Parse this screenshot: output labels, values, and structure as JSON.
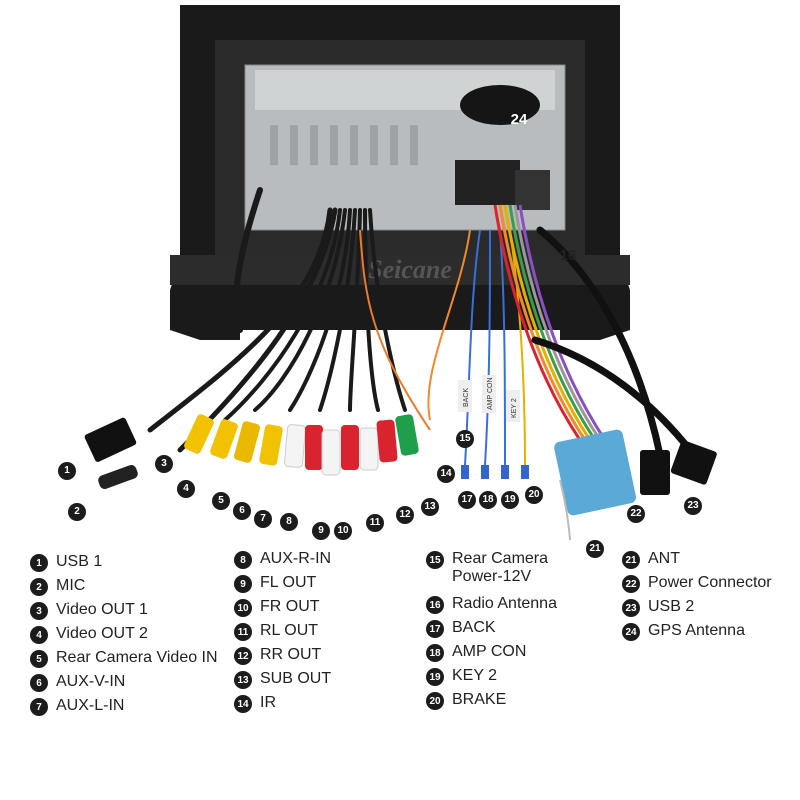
{
  "watermark": "Seicane",
  "photo_tags": [
    "BACK",
    "AMP CON",
    "KEY 2"
  ],
  "markers": [
    {
      "num": "1"
    },
    {
      "num": "2"
    },
    {
      "num": "3"
    },
    {
      "num": "4"
    },
    {
      "num": "5"
    },
    {
      "num": "6"
    },
    {
      "num": "7"
    },
    {
      "num": "8"
    },
    {
      "num": "9"
    },
    {
      "num": "10"
    },
    {
      "num": "11"
    },
    {
      "num": "12"
    },
    {
      "num": "13"
    },
    {
      "num": "14"
    },
    {
      "num": "15"
    },
    {
      "num": "16"
    },
    {
      "num": "17"
    },
    {
      "num": "18"
    },
    {
      "num": "19"
    },
    {
      "num": "20"
    },
    {
      "num": "21"
    },
    {
      "num": "22"
    },
    {
      "num": "23"
    },
    {
      "num": "24"
    }
  ],
  "legend": {
    "col1": [
      {
        "num": "1",
        "label": "USB 1"
      },
      {
        "num": "2",
        "label": "MIC"
      },
      {
        "num": "3",
        "label": "Video OUT 1"
      },
      {
        "num": "4",
        "label": "Video OUT 2"
      },
      {
        "num": "5",
        "label": "Rear Camera Video IN"
      },
      {
        "num": "6",
        "label": "AUX-V-IN"
      },
      {
        "num": "7",
        "label": "AUX-L-IN"
      }
    ],
    "col2": [
      {
        "num": "8",
        "label": "AUX-R-IN"
      },
      {
        "num": "9",
        "label": "FL OUT"
      },
      {
        "num": "10",
        "label": "FR OUT"
      },
      {
        "num": "11",
        "label": "RL OUT"
      },
      {
        "num": "12",
        "label": "RR OUT"
      },
      {
        "num": "13",
        "label": "SUB OUT"
      },
      {
        "num": "14",
        "label": "IR"
      }
    ],
    "col3": [
      {
        "num": "15",
        "label": "Rear Camera\nPower-12V"
      },
      {
        "num": "16",
        "label": "Radio Antenna"
      },
      {
        "num": "17",
        "label": "BACK"
      },
      {
        "num": "18",
        "label": "AMP CON"
      },
      {
        "num": "19",
        "label": "KEY 2"
      },
      {
        "num": "20",
        "label": "BRAKE"
      }
    ],
    "col4": [
      {
        "num": "21",
        "label": "ANT"
      },
      {
        "num": "22",
        "label": "Power Connector"
      },
      {
        "num": "23",
        "label": "USB 2"
      },
      {
        "num": "24",
        "label": "GPS Antenna"
      }
    ]
  }
}
